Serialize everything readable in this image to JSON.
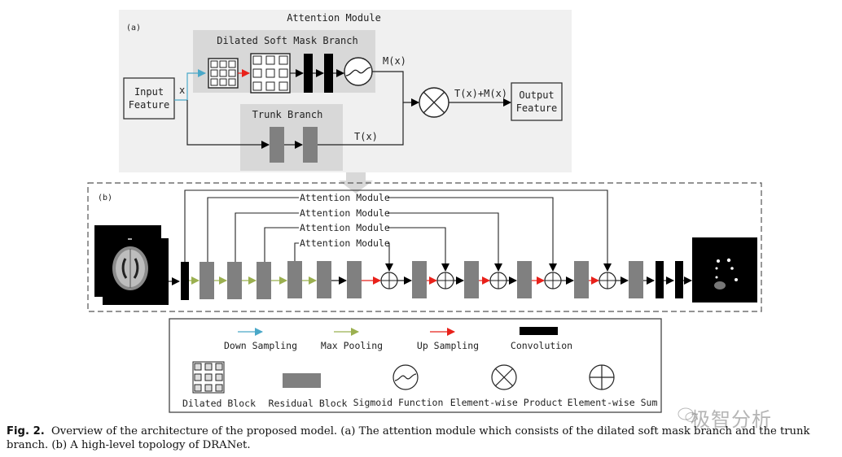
{
  "colors": {
    "down_sampling": "#4aa8c8",
    "max_pooling": "#9bb050",
    "up_sampling": "#e8211a",
    "residual_block": "#808080",
    "convolution": "#000000",
    "panel_bg": "#f0f0f0",
    "branch_bg": "#d8d8d8"
  },
  "panel_a": {
    "tag": "(a)",
    "title": "Attention Module",
    "mask_branch_title": "Dilated Soft Mask Branch",
    "trunk_branch_title": "Trunk Branch",
    "input_label_line1": "Input",
    "input_label_line2": "Feature",
    "x_label": "x",
    "mask_output_label": "M(x)",
    "trunk_output_label": "T(x)",
    "combined_label": "T(x)+M(x)",
    "output_label_line1": "Output",
    "output_label_line2": "Feature"
  },
  "panel_b": {
    "tag": "(b)",
    "attention_labels": [
      "Attention Module",
      "Attention Module",
      "Attention Module",
      "Attention Module"
    ]
  },
  "legend": {
    "items": [
      {
        "name": "down-sampling",
        "label": "Down Sampling"
      },
      {
        "name": "max-pooling",
        "label": "Max Pooling"
      },
      {
        "name": "up-sampling",
        "label": "Up Sampling"
      },
      {
        "name": "convolution",
        "label": "Convolution"
      },
      {
        "name": "dilated-block",
        "label": "Dilated Block"
      },
      {
        "name": "residual-block",
        "label": "Residual Block"
      },
      {
        "name": "sigmoid-function",
        "label": "Sigmoid Function"
      },
      {
        "name": "element-wise-product",
        "label": "Element-wise Product"
      },
      {
        "name": "element-wise-sum",
        "label": "Element-wise Sum"
      }
    ]
  },
  "caption": {
    "label": "Fig. 2.",
    "text": "Overview of the architecture of the proposed model. (a) The attention module which consists of the dilated soft mask branch and the trunk branch. (b) A high-level topology of DRANet."
  },
  "watermark": "极智分析"
}
